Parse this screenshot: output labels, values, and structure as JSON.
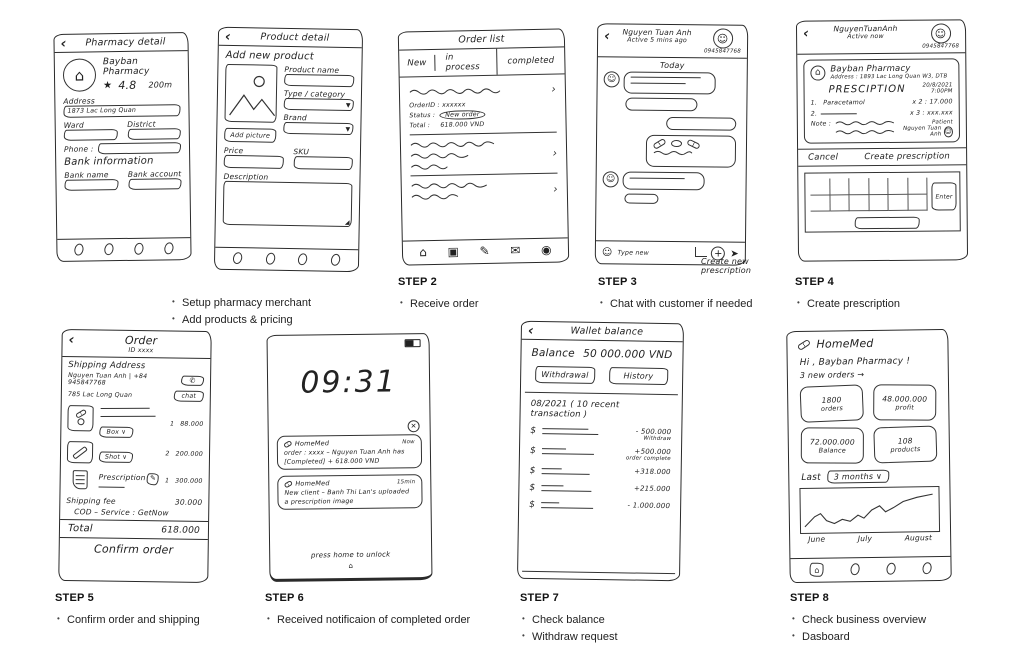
{
  "icons": {
    "back": "‹",
    "chevron_right": "›",
    "star": "★",
    "dropdown": "▼",
    "smiley": "☺",
    "plus": "+",
    "send": "➤",
    "close": "✕",
    "home": "⌂",
    "package": "▣",
    "note": "✎",
    "chat": "✉",
    "profile": "◉",
    "dollar": "$",
    "phone": "✆",
    "pencil": "✎",
    "resize": "◢",
    "person": "☺"
  },
  "steps": {
    "s1": {
      "label": "",
      "bullets": [
        "Setup pharmacy merchant",
        "Add products & pricing"
      ]
    },
    "s2": {
      "label": "STEP 2",
      "bullets": [
        "Receive order"
      ]
    },
    "s3": {
      "label": "STEP 3",
      "bullets": [
        "Chat with customer if needed"
      ]
    },
    "s4": {
      "label": "STEP 4",
      "bullets": [
        "Create prescription"
      ]
    },
    "s5": {
      "label": "STEP 5",
      "bullets": [
        "Confirm order and shipping"
      ]
    },
    "s6": {
      "label": "STEP 6",
      "bullets": [
        "Received notificaion of completed order"
      ]
    },
    "s7": {
      "label": "STEP 7",
      "bullets": [
        "Check balance",
        "Withdraw request"
      ]
    },
    "s8": {
      "label": "STEP 8",
      "bullets": [
        "Check business overview",
        "Dasboard"
      ]
    }
  },
  "pharmacy": {
    "title": "Pharmacy detail",
    "name": "Bayban Pharmacy",
    "rating": "4.8",
    "distance": "200m",
    "address_label": "Address",
    "address_value": "1873 Lac Long Quan",
    "ward_label": "Ward",
    "district_label": "District",
    "phone_label": "Phone :",
    "bank_heading": "Bank information",
    "bank_name_label": "Bank name",
    "bank_account_label": "Bank account"
  },
  "product": {
    "title": "Product detail",
    "heading": "Add new product",
    "add_picture": "Add picture",
    "name_label": "Product name",
    "type_label": "Type / category",
    "brand_label": "Brand",
    "price_label": "Price",
    "sku_label": "SKU",
    "description_label": "Description"
  },
  "orders": {
    "title": "Order list",
    "tabs": [
      "New",
      "in process",
      "completed"
    ],
    "order_id_label": "OrderID :",
    "order_id_value": "xxxxxx",
    "status_label": "Status :",
    "status_badge": "New order",
    "total_label": "Total :",
    "total_value": "618.000 VND"
  },
  "chat": {
    "contact": "Nguyen Tuan Anh",
    "presence": "Active 5 mins ago",
    "phone_number": "0945847768",
    "day_divider": "Today",
    "input_placeholder": "Type new",
    "annotation": "Create new prescription"
  },
  "prescription": {
    "contact": "NguyenTuanAnh",
    "presence": "Active now",
    "phone_number": "0945847768",
    "pharmacy_name": "Bayban Pharmacy",
    "pharmacy_address": "Address : 1893 Lac Long Quan W3, DTB",
    "heading": "PRESCIPTION",
    "date": "20/8/2021",
    "time": "7:00PM",
    "item1_index": "1.",
    "item1_name": "Paracetamol",
    "item1_amount": "x 2 : 17.000",
    "item2_index": "2.",
    "item2_amount": "x 3 : xxx.xxx",
    "note_label": "Note :",
    "patient_label": "Patient",
    "patient_name": "Nguyen Tuan Anh",
    "cancel_button": "Cancel",
    "create_button": "Create prescription",
    "enter_key": "Enter"
  },
  "order_confirm": {
    "title": "Order",
    "order_id": "ID xxxx",
    "shipping_heading": "Shipping Address",
    "recipient": "Nguyen Tuan Anh | +84 945847768",
    "street": "785 Lac Long Quan",
    "chat_button": "chat",
    "items": [
      {
        "variant": "Box ∨",
        "qty": "1",
        "price": "88.000"
      },
      {
        "variant": "Shot ∨",
        "qty": "2",
        "price": "200.000"
      },
      {
        "name": "Prescription",
        "qty": "1",
        "price": "300.000"
      }
    ],
    "shipping_fee_label": "Shipping fee",
    "shipping_fee": "30.000",
    "cod_line": "COD  –  Service : GetNow",
    "total_label": "Total",
    "total_value": "618.000",
    "confirm_button": "Confirm order"
  },
  "lockscreen": {
    "time": "09:31",
    "notifications": [
      {
        "app": "HomeMed",
        "when": "Now",
        "line1": "order : xxxx – Nguyen Tuan Anh has",
        "line2": "[Completed] + 618.000 VND"
      },
      {
        "app": "HomeMed",
        "when": "15min",
        "line1": "New client – Banh Thi Lan's uploaded",
        "line2": "a prescription image"
      }
    ],
    "unlock_hint": "press home to unlock"
  },
  "wallet": {
    "title": "Wallet balance",
    "balance_label": "Balance",
    "balance_value": "50 000.000 VND",
    "withdrawal_button": "Withdrawal",
    "history_button": "History",
    "period_line": "08/2021 ( 10 recent transaction )",
    "transactions": [
      {
        "amount": "- 500.000",
        "note": "Withdraw"
      },
      {
        "amount": "+500.000",
        "note": "order complete"
      },
      {
        "amount": "+318.000",
        "note": ""
      },
      {
        "amount": "+215.000",
        "note": ""
      },
      {
        "amount": "- 1.000.000",
        "note": ""
      }
    ]
  },
  "dashboard": {
    "app_name": "HomeMed",
    "greeting": "Hi , Bayban Pharmacy !",
    "new_orders": "3 new orders  →",
    "cards": [
      {
        "value": "1800",
        "label": "orders"
      },
      {
        "value": "48.000.000",
        "label": "profit"
      },
      {
        "value": "72.000.000",
        "label": "Balance"
      },
      {
        "value": "108",
        "label": "products"
      }
    ],
    "period_label": "Last",
    "period_value": "3 months ∨",
    "months": [
      "June",
      "July",
      "August"
    ]
  }
}
